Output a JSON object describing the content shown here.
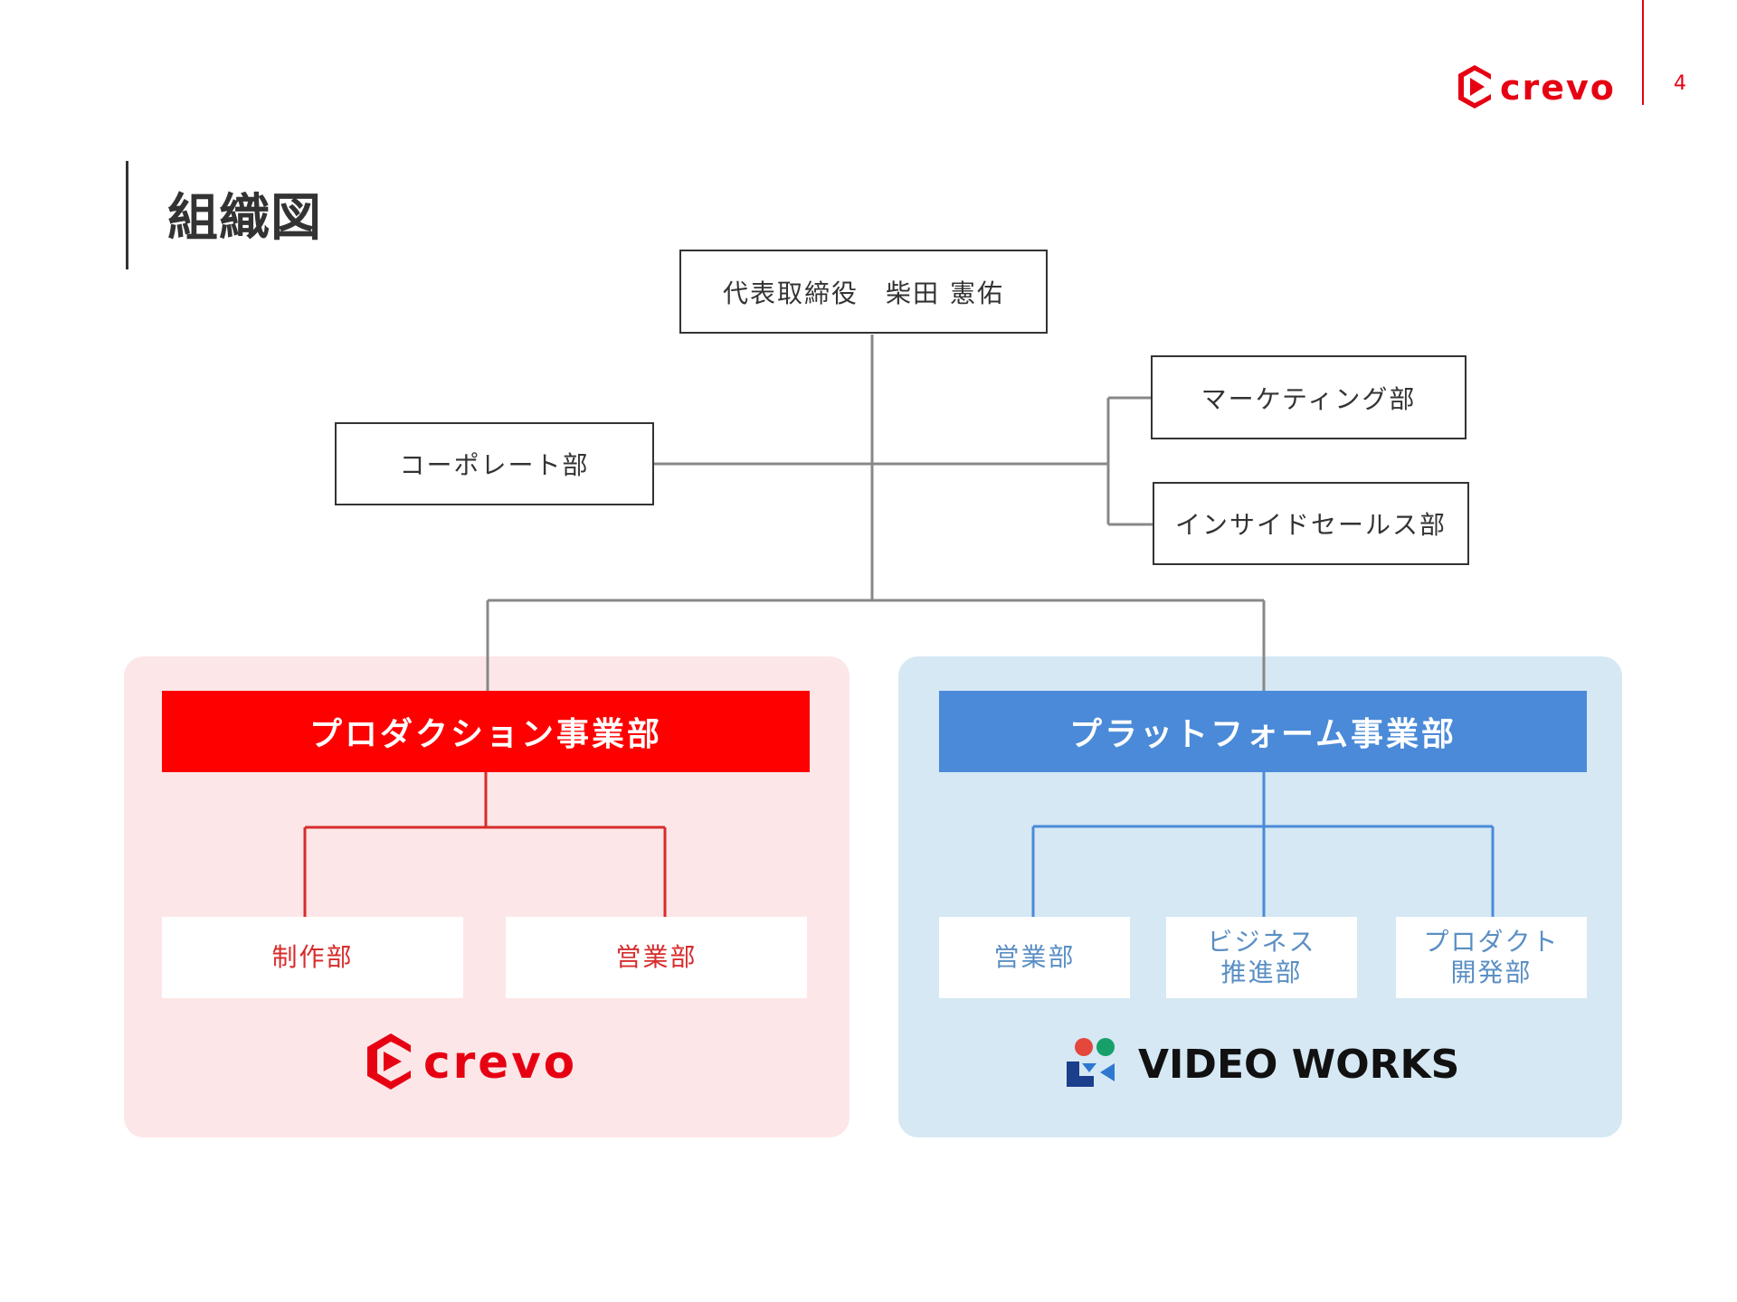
{
  "header": {
    "title": "組織図",
    "logo_text": "crevo",
    "page_number": "4"
  },
  "chart": {
    "ceo": "代表取締役　柴田 憲佑",
    "corporate": "コーポレート部",
    "marketing": "マーケティング部",
    "inside_sales": "インサイドセールス部",
    "production": {
      "title": "プロダクション事業部",
      "departments": [
        "制作部",
        "営業部"
      ],
      "brand": "crevo"
    },
    "platform": {
      "title": "プラットフォーム事業部",
      "departments": [
        "営業部",
        "ビジネス\n推進部",
        "プロダクト\n開発部"
      ],
      "brand": "VIDEO WORKS"
    }
  },
  "colors": {
    "brand_red": "#e60012",
    "production_header": "#ff0000",
    "platform_header": "#4a8ad8",
    "production_panel": "#fde6e7",
    "platform_panel": "#d5e8f4",
    "connector_gray": "#888888",
    "connector_red": "#d72c2c",
    "connector_blue": "#4a8ad8"
  }
}
